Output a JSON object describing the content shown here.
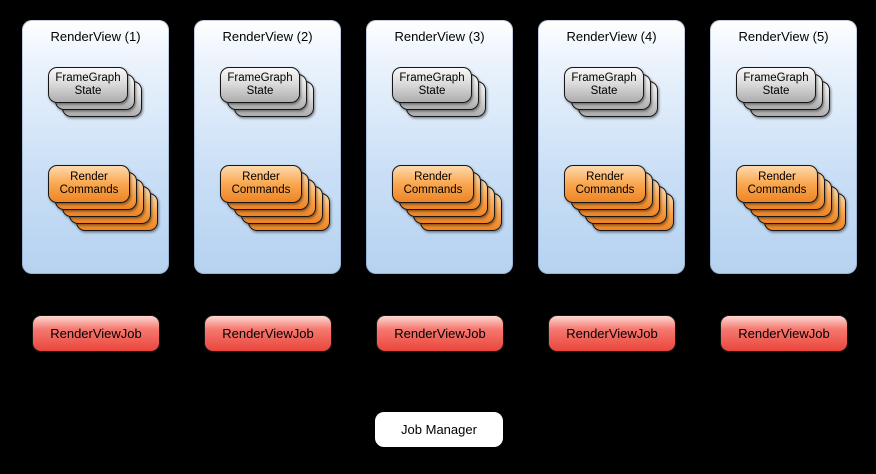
{
  "views": [
    {
      "title": "RenderView (1)",
      "framegraph_label": "FrameGraph State",
      "commands_label": "Render Commands"
    },
    {
      "title": "RenderView (2)",
      "framegraph_label": "FrameGraph State",
      "commands_label": "Render Commands"
    },
    {
      "title": "RenderView (3)",
      "framegraph_label": "FrameGraph State",
      "commands_label": "Render Commands"
    },
    {
      "title": "RenderView (4)",
      "framegraph_label": "FrameGraph State",
      "commands_label": "Render Commands"
    },
    {
      "title": "RenderView (5)",
      "framegraph_label": "FrameGraph State",
      "commands_label": "Render Commands"
    }
  ],
  "jobs": [
    {
      "label": "RenderViewJob"
    },
    {
      "label": "RenderViewJob"
    },
    {
      "label": "RenderViewJob"
    },
    {
      "label": "RenderViewJob"
    },
    {
      "label": "RenderViewJob"
    }
  ],
  "job_manager": {
    "label": "Job Manager"
  },
  "stack_counts": {
    "framegraph_state": 3,
    "render_commands": 5
  },
  "colors": {
    "background": "#000000",
    "panel_gradient_top": "#feffff",
    "panel_gradient_bottom": "#b5d2f0",
    "framegraph_gradient_top": "#f8f8f8",
    "framegraph_gradient_bottom": "#adadad",
    "commands_gradient_top": "#fdd9ae",
    "commands_gradient_bottom": "#ee8425",
    "job_gradient_top": "#fcd8d2",
    "job_gradient_bottom": "#ea453b",
    "job_manager_background": "#ffffff",
    "box_border": "#161616",
    "text": "#000000"
  }
}
